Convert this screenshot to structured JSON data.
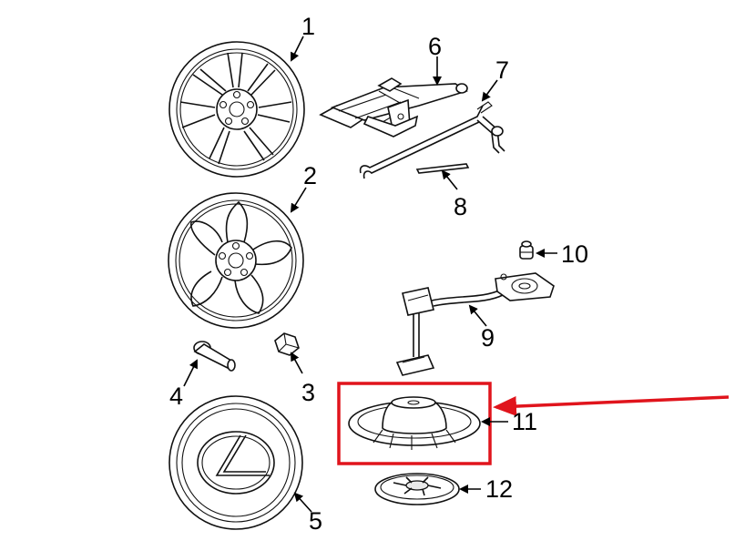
{
  "callouts": {
    "c1": "1",
    "c2": "2",
    "c3": "3",
    "c4": "4",
    "c5": "5",
    "c6": "6",
    "c7": "7",
    "c8": "8",
    "c9": "9",
    "c10": "10",
    "c11": "11",
    "c12": "12"
  },
  "highlight": {
    "color": "#e0141c",
    "target_callout": "11"
  }
}
